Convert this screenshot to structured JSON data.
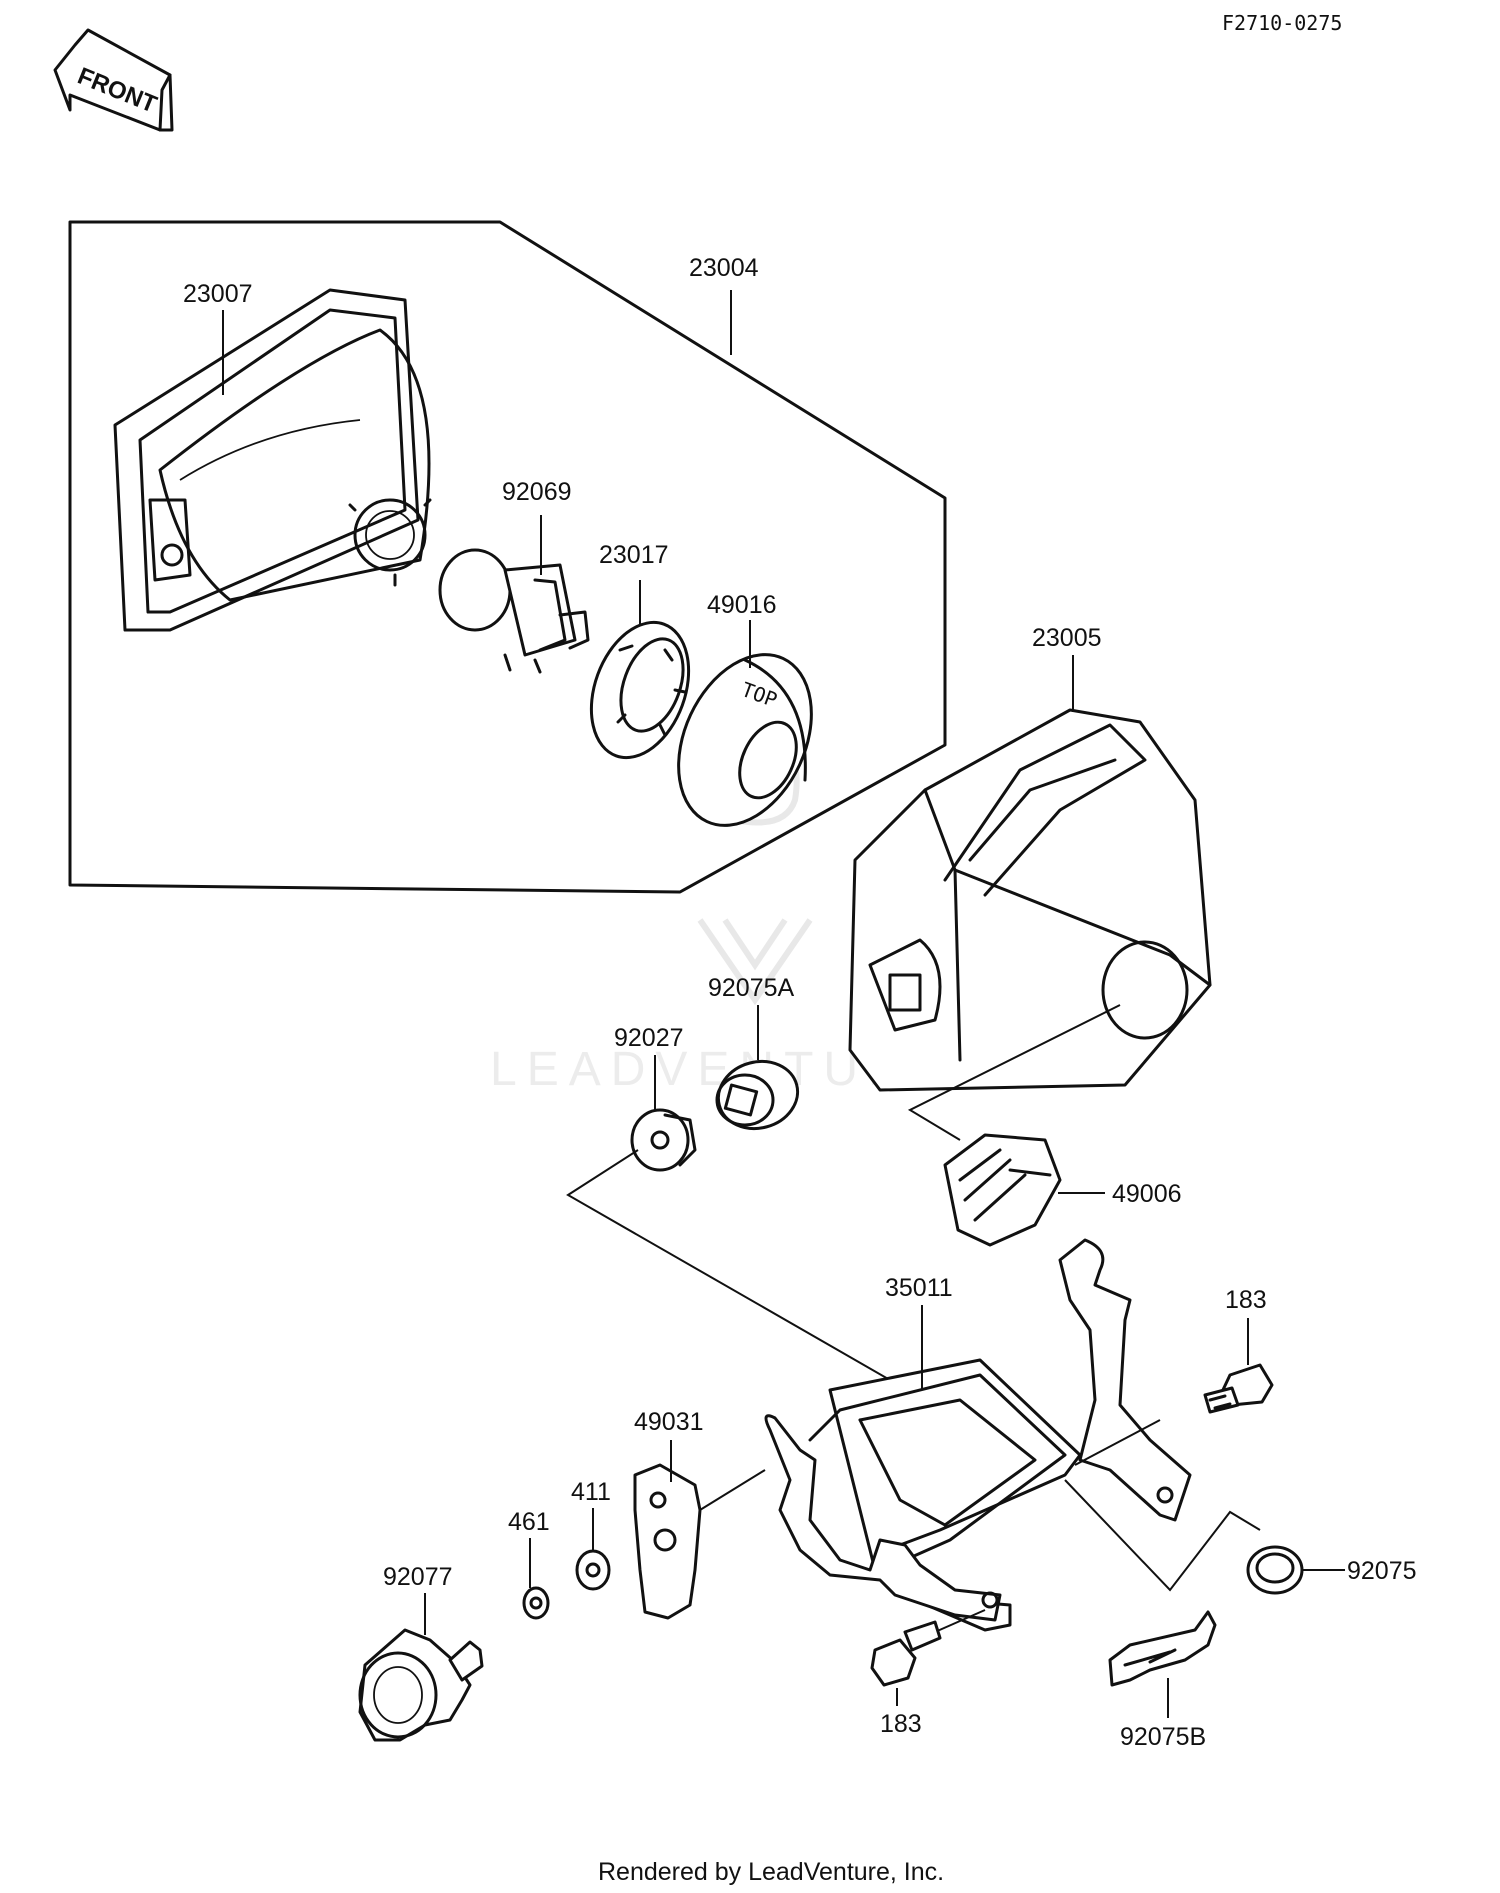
{
  "drawing_code": "F2710-0275",
  "front_arrow": "FRONT",
  "footer": "Rendered by LeadVenture, Inc.",
  "watermark": "LEADVENTURE",
  "parts": {
    "p23004": "23004",
    "p23007": "23007",
    "p92069": "92069",
    "p23017": "23017",
    "p49016": "49016",
    "p23005": "23005",
    "p92075A": "92075A",
    "p92027": "92027",
    "p49006": "49006",
    "p35011": "35011",
    "p183_top": "183",
    "p49031": "49031",
    "p411": "411",
    "p461": "461",
    "p92077": "92077",
    "p92075": "92075",
    "p183_bottom": "183",
    "p92075B": "92075B"
  },
  "lamp_cap_text": "TOP"
}
